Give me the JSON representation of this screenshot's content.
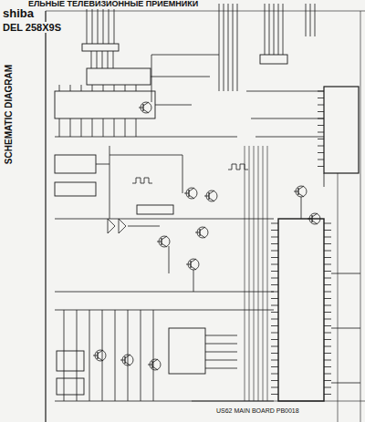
{
  "diagram": {
    "labels": [
      "ЕЛЬНЫЕ ТЕЛЕВИЗИОННЫЕ ПРИЕМНИКИ",
      "shiba",
      "DEL 258X9S",
      "SCHEMATIC DIAGRAM",
      "US62 MAIN BOARD PB0018"
    ]
  }
}
